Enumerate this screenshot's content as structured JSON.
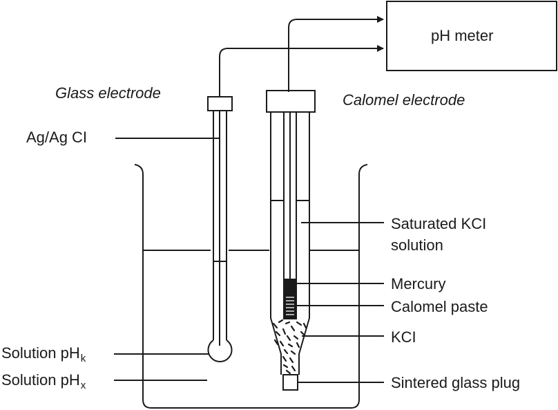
{
  "labels": {
    "ph_meter": "pH meter",
    "glass_electrode": "Glass electrode",
    "calomel_electrode": "Calomel electrode",
    "ag_agcl": "Ag/Ag CI",
    "saturated_kcl_line1": "Saturated KCI",
    "saturated_kcl_line2": "solution",
    "mercury": "Mercury",
    "calomel_paste": "Calomel paste",
    "kcl": "KCI",
    "solution_phk_main": "Solution pH",
    "solution_phk_sub": "k",
    "solution_phx_main": "Solution pH",
    "solution_phx_sub": "x",
    "sintered_glass_plug": "Sintered glass plug"
  },
  "colors": {
    "stroke": "#1a1a1a",
    "background": "#ffffff"
  }
}
